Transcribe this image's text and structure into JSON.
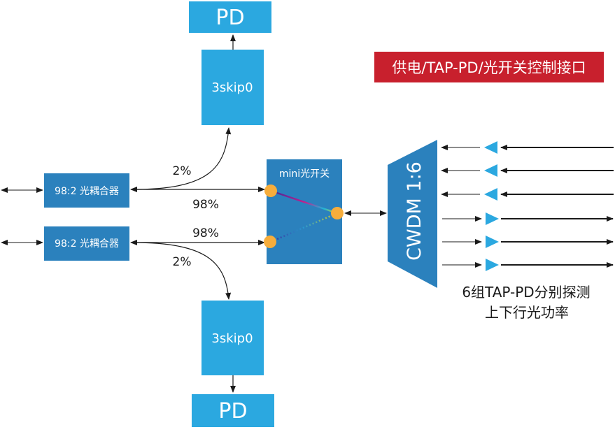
{
  "colors": {
    "box_blue": "#2ba8e0",
    "coupler_blue": "#2b81bd",
    "switch_blue": "#2b81bd",
    "cwdm_blue": "#2b81bd",
    "banner_red": "#c8202d",
    "port_orange": "#f6ad3c",
    "tap_triangle": "#2ba8e0",
    "line": "#1a1a1a"
  },
  "blocks": {
    "pd_top": "PD",
    "pd_bottom": "PD",
    "splitter_top": "3skip0",
    "splitter_bottom": "3skip0",
    "coupler_top": "98:2 光耦合器",
    "coupler_bottom": "98:2 光耦合器",
    "switch": "mini光开关",
    "cwdm": "CWDM 1:6"
  },
  "labels": {
    "top_tap_ratio": "2%",
    "top_through_ratio": "98%",
    "bottom_through_ratio": "98%",
    "bottom_tap_ratio": "2%"
  },
  "banner": "供电/TAP-PD/光开关控制接口",
  "caption": {
    "line1": "6组TAP-PD分别探测",
    "line2": "上下行光功率"
  },
  "channels": [
    {
      "direction": "upstream"
    },
    {
      "direction": "upstream"
    },
    {
      "direction": "upstream"
    },
    {
      "direction": "downstream"
    },
    {
      "direction": "downstream"
    },
    {
      "direction": "downstream"
    }
  ]
}
